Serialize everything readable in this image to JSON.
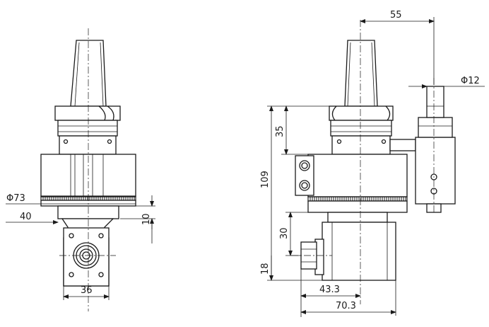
{
  "front_view": {
    "dim_dia73": "Φ73",
    "dim_40": "40",
    "dim_10": "10",
    "dim_36": "36"
  },
  "side_view": {
    "dim_55": "55",
    "dim_dia12": "Φ12",
    "dim_35": "35",
    "dim_109": "109",
    "dim_30": "30",
    "dim_18": "18",
    "dim_43_3": "43.3",
    "dim_70_3": "70.3"
  }
}
